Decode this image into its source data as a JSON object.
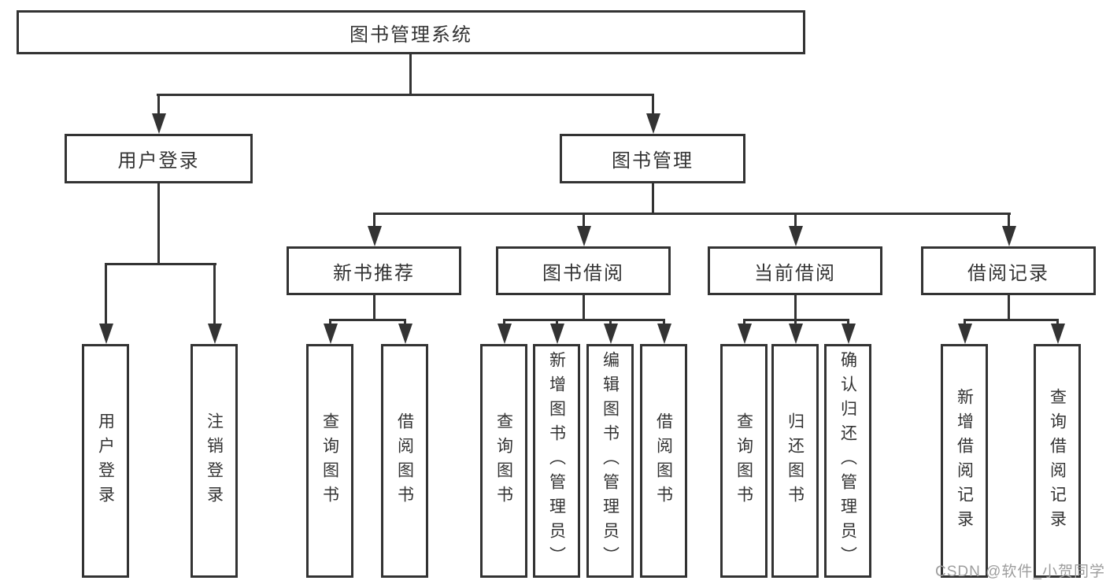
{
  "colors": {
    "line": "#333333",
    "text": "#333333",
    "watermark": "#9d9d9d",
    "background": "#ffffff"
  },
  "watermark": {
    "text": "CSDN @软件_小贺同学"
  },
  "tree": {
    "root": {
      "label": "图书管理系统"
    },
    "branches": [
      {
        "label": "用户登录",
        "leaves": [
          {
            "label": "用户登录"
          },
          {
            "label": "注销登录"
          }
        ]
      },
      {
        "label": "图书管理",
        "sections": [
          {
            "label": "新书推荐",
            "leaves": [
              {
                "label": "查询图书"
              },
              {
                "label": "借阅图书"
              }
            ]
          },
          {
            "label": "图书借阅",
            "leaves": [
              {
                "label": "查询图书"
              },
              {
                "label": "新增图书（管理员）"
              },
              {
                "label": "编辑图书（管理员）"
              },
              {
                "label": "借阅图书"
              }
            ]
          },
          {
            "label": "当前借阅",
            "leaves": [
              {
                "label": "查询图书"
              },
              {
                "label": "归还图书"
              },
              {
                "label": "确认归还（管理员）"
              }
            ]
          },
          {
            "label": "借阅记录",
            "leaves": [
              {
                "label": "新增借阅记录"
              },
              {
                "label": "查询借阅记录"
              }
            ]
          }
        ]
      }
    ]
  }
}
